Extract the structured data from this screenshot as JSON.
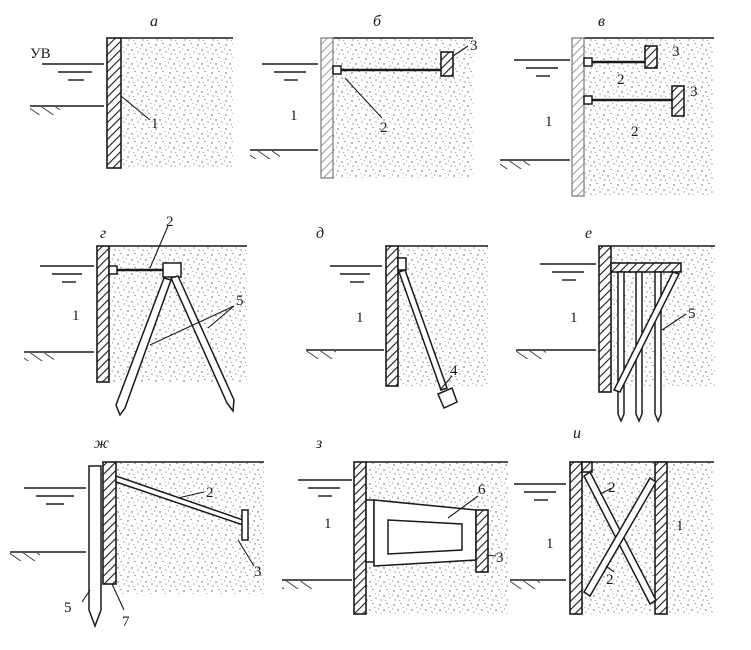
{
  "figure": {
    "panels": [
      {
        "id": "a",
        "letter": "а",
        "labels": [
          "УВ",
          "1"
        ]
      },
      {
        "id": "b",
        "letter": "б",
        "labels": [
          "1",
          "2",
          "3"
        ]
      },
      {
        "id": "v",
        "letter": "в",
        "labels": [
          "1",
          "2",
          "2",
          "3",
          "3"
        ]
      },
      {
        "id": "g",
        "letter": "г",
        "labels": [
          "1",
          "2",
          "5"
        ]
      },
      {
        "id": "d",
        "letter": "д",
        "labels": [
          "1",
          "4"
        ]
      },
      {
        "id": "e",
        "letter": "е",
        "labels": [
          "1",
          "5"
        ]
      },
      {
        "id": "zh",
        "letter": "ж",
        "labels": [
          "2",
          "3",
          "5",
          "7"
        ]
      },
      {
        "id": "z",
        "letter": "з",
        "labels": [
          "1",
          "3",
          "6"
        ]
      },
      {
        "id": "i",
        "letter": "и",
        "labels": [
          "1",
          "1",
          "2",
          "2"
        ]
      }
    ]
  }
}
